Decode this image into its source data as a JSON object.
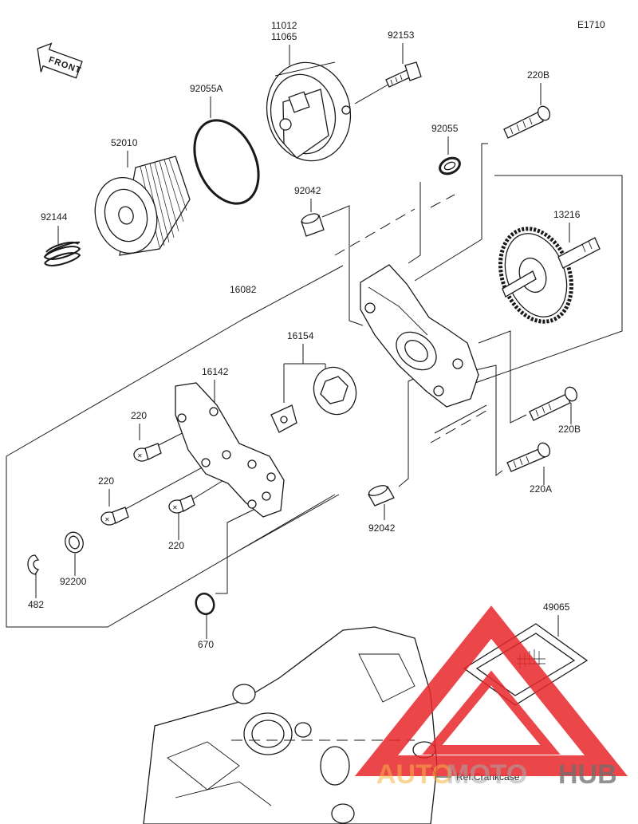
{
  "diagram": {
    "code": "E1710",
    "front_label": "FRONT",
    "ref_label": "Ref.Crankcase",
    "part_labels": [
      {
        "id": "11012",
        "text": "11012"
      },
      {
        "id": "11065",
        "text": "11065"
      },
      {
        "id": "92153",
        "text": "92153"
      },
      {
        "id": "220B_top",
        "text": "220B"
      },
      {
        "id": "92055A",
        "text": "92055A"
      },
      {
        "id": "92055",
        "text": "92055"
      },
      {
        "id": "52010",
        "text": "52010"
      },
      {
        "id": "92144",
        "text": "92144"
      },
      {
        "id": "92042_top",
        "text": "92042"
      },
      {
        "id": "13216",
        "text": "13216"
      },
      {
        "id": "16082",
        "text": "16082"
      },
      {
        "id": "16154",
        "text": "16154"
      },
      {
        "id": "16142",
        "text": "16142"
      },
      {
        "id": "220_a",
        "text": "220"
      },
      {
        "id": "220B_bottom",
        "text": "220B"
      },
      {
        "id": "220_b",
        "text": "220"
      },
      {
        "id": "220A",
        "text": "220A"
      },
      {
        "id": "220_c",
        "text": "220"
      },
      {
        "id": "92042_bottom",
        "text": "92042"
      },
      {
        "id": "92200",
        "text": "92200"
      },
      {
        "id": "482",
        "text": "482"
      },
      {
        "id": "670",
        "text": "670"
      },
      {
        "id": "49065",
        "text": "49065"
      }
    ]
  },
  "watermark": {
    "brand_left": "AUTO",
    "brand_mid": "MOTO",
    "brand_right": "HUB",
    "accent_color": "#e8262a",
    "orange_color": "#f5a623",
    "gray_color": "#9b9b9b"
  }
}
